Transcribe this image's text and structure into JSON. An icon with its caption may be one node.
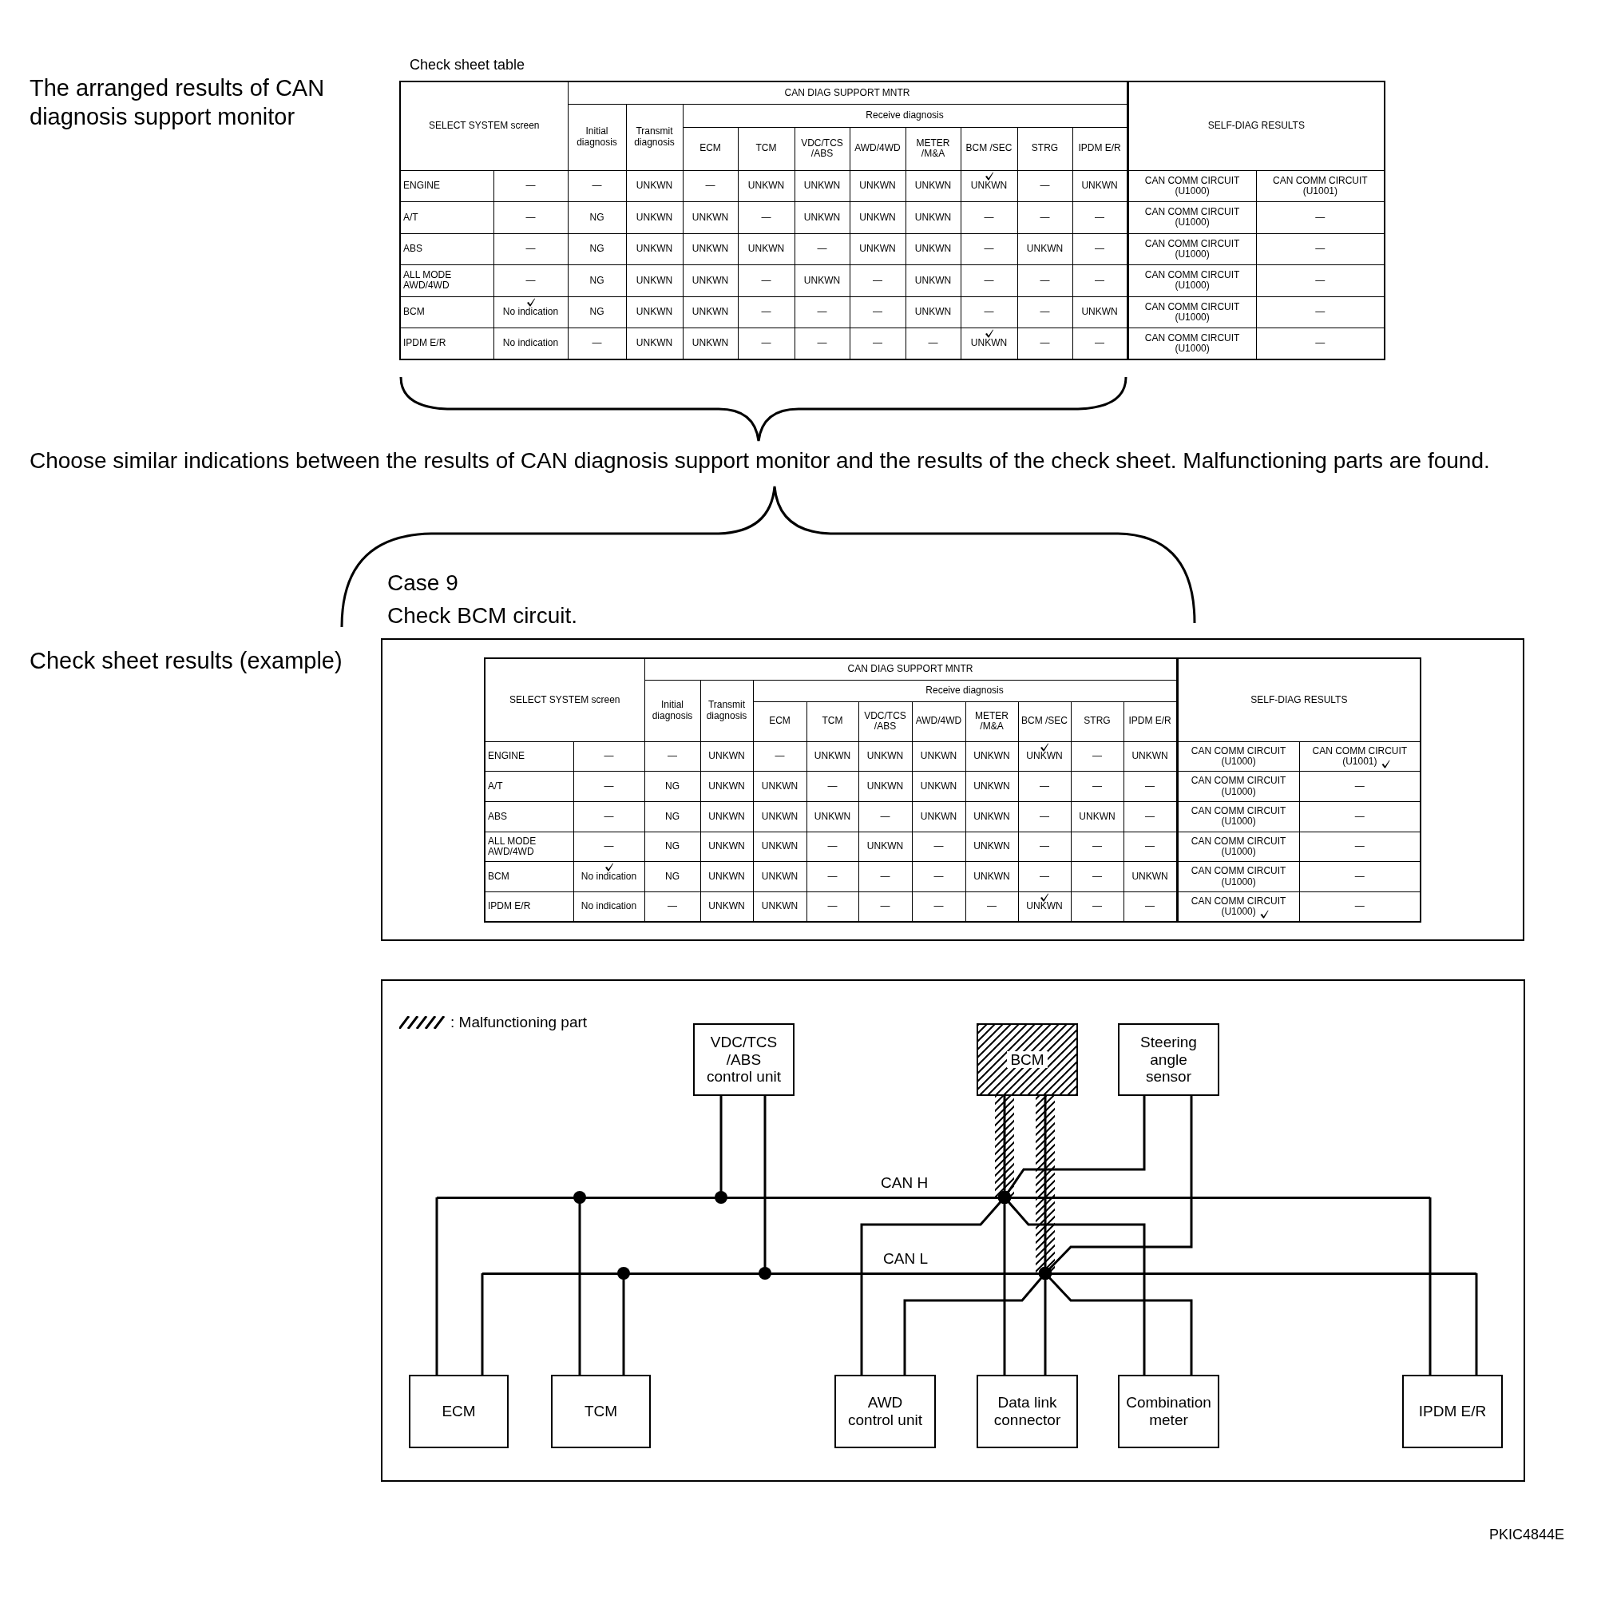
{
  "diagram": {
    "nodes": [
      {
        "text": [
          "VDC/TCS /ABS control unit"
        ]
      },
      {
        "text": [
          "BCM"
        ]
      },
      {
        "text": [
          "Steering angle sensor"
        ]
      },
      {
        "text": [
          "CAN H"
        ]
      },
      {
        "text": [
          "CAN L"
        ]
      },
      {
        "text": [
          "ECM"
        ]
      },
      {
        "text": [
          "TCM"
        ]
      },
      {
        "text": [
          "AWD control unit"
        ]
      },
      {
        "text": [
          "Data link connector"
        ]
      },
      {
        "text": [
          "Combination meter"
        ]
      },
      {
        "text": [
          "IPDM E/R"
        ]
      }
    ],
    "edges": [
      {
        "from": 0,
        "to": 3,
        "arrow": "other"
      },
      {
        "from": 0,
        "to": 4,
        "arrow": "other"
      },
      {
        "from": 1,
        "to": 3,
        "arrow": "other"
      },
      {
        "from": 1,
        "to": 4,
        "arrow": "other"
      },
      {
        "from": 2,
        "to": 3,
        "arrow": "other"
      },
      {
        "from": 2,
        "to": 4,
        "arrow": "other"
      },
      {
        "from": 5,
        "to": 3,
        "arrow": "none"
      },
      {
        "from": 5,
        "to": 4,
        "arrow": "none"
      },
      {
        "from": 6,
        "to": 3,
        "arrow": "other"
      },
      {
        "from": 6,
        "to": 4,
        "arrow": "other"
      },
      {
        "from": 7,
        "to": 3,
        "arrow": "other"
      },
      {
        "from": 7,
        "to": 4,
        "arrow": "other"
      },
      {
        "from": 8,
        "to": 3,
        "arrow": "other"
      },
      {
        "from": 8,
        "to": 4,
        "arrow": "other"
      },
      {
        "from": 9,
        "to": 3,
        "arrow": "other"
      },
      {
        "from": 9,
        "to": 4,
        "arrow": "other"
      },
      {
        "from": 10,
        "to": 3,
        "arrow": "none"
      },
      {
        "from": 10,
        "to": 4,
        "arrow": "none"
      }
    ],
    "labels": [
      "The arranged results of CAN diagnosis support monitor",
      "Check sheet table",
      "SELECT SYSTEM screen",
      "CAN DIAG SUPPORT MNTR",
      "SELF-DIAG RESULTS",
      "Initial diagnosis",
      "Transmit diagnosis",
      "Receive diagnosis",
      "ECM",
      "TCM",
      "VDC/TCS /ABS",
      "AWD/4WD",
      "METER /M&A",
      "BCM /SEC",
      "STRG",
      "IPDM E/R",
      "ENGINE",
      "—",
      "—",
      "UNKWN",
      "—",
      "UNKWN",
      "UNKWN",
      "UNKWN",
      "UNKWN",
      "UNKWN",
      "—",
      "UNKWN",
      "CAN COMM CIRCUIT (U1000)",
      "CAN COMM CIRCUIT (U1001)",
      "A/T",
      "—",
      "NG",
      "UNKWN",
      "UNKWN",
      "—",
      "UNKWN",
      "UNKWN",
      "UNKWN",
      "—",
      "—",
      "—",
      "CAN COMM CIRCUIT (U1000)",
      "—",
      "ABS",
      "—",
      "NG",
      "UNKWN",
      "UNKWN",
      "UNKWN",
      "—",
      "UNKWN",
      "UNKWN",
      "—",
      "UNKWN",
      "—",
      "CAN COMM CIRCUIT (U1000)",
      "—",
      "ALL MODE AWD/4WD",
      "—",
      "NG",
      "UNKWN",
      "UNKWN",
      "—",
      "UNKWN",
      "—",
      "UNKWN",
      "—",
      "—",
      "—",
      "CAN COMM CIRCUIT (U1000)",
      "—",
      "BCM",
      "No indication",
      "NG",
      "UNKWN",
      "UNKWN",
      "—",
      "—",
      "—",
      "UNKWN",
      "—",
      "—",
      "UNKWN",
      "CAN COMM CIRCUIT (U1000)",
      "—",
      "IPDM E/R",
      "No indication",
      "—",
      "UNKWN",
      "UNKWN",
      "—",
      "—",
      "—",
      "—",
      "UNKWN",
      "—",
      "—",
      "CAN COMM CIRCUIT (U1000)",
      "—",
      "Choose similar indications between the results of CAN diagnosis support monitor and the results of the check sheet. Malfunctioning parts are found.",
      "Case 9",
      "Check BCM circuit.",
      "Check sheet results (example)",
      "SELECT SYSTEM screen",
      "CAN DIAG SUPPORT MNTR",
      "SELF-DIAG RESULTS",
      "Initial diagnosis",
      "Transmit diagnosis",
      "Receive diagnosis",
      "ECM",
      "TCM",
      "VDC/TCS /ABS",
      "AWD/4WD",
      "METER /M&A",
      "BCM /SEC",
      "STRG",
      "IPDM E/R",
      "ENGINE",
      "—",
      "—",
      "UNKWN",
      "—",
      "UNKWN",
      "UNKWN",
      "UNKWN",
      "UNKWN",
      "UNKWN",
      "—",
      "UNKWN",
      "CAN COMM CIRCUIT (U1000)",
      "CAN COMM CIRCUIT (U1001)",
      "A/T",
      "—",
      "NG",
      "UNKWN",
      "UNKWN",
      "—",
      "UNKWN",
      "UNKWN",
      "UNKWN",
      "—",
      "—",
      "—",
      "CAN COMM CIRCUIT (U1000)",
      "—",
      "ABS",
      "—",
      "NG",
      "UNKWN",
      "UNKWN",
      "UNKWN",
      "—",
      "UNKWN",
      "UNKWN",
      "—",
      "UNKWN",
      "—",
      "CAN COMM CIRCUIT (U1000)",
      "—",
      "ALL MODE AWD/4WD",
      "—",
      "NG",
      "UNKWN",
      "UNKWN",
      "—",
      "UNKWN",
      "—",
      "UNKWN",
      "—",
      "—",
      "—",
      "CAN COMM CIRCUIT (U1000)",
      "—",
      "BCM",
      "No indication",
      "NG",
      "UNKWN",
      "UNKWN",
      "—",
      "—",
      "—",
      "UNKWN",
      "—",
      "—",
      "UNKWN",
      "CAN COMM CIRCUIT (U1000)",
      "—",
      "IPDM E/R",
      "No indication",
      "—",
      "UNKWN",
      "UNKWN",
      "—",
      "—",
      "—",
      "—",
      "UNKWN",
      "—",
      "—",
      "CAN COMM CIRCUIT (U1000)",
      "—",
      "PKIC4844E"
    ],
    "legend": [
      {
        "text": ": Malfunctioning part"
      }
    ]
  }
}
